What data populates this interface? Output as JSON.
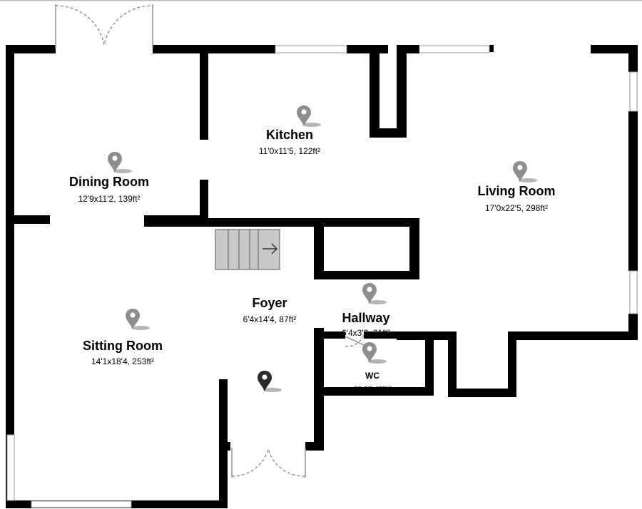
{
  "rooms": {
    "dining": {
      "name": "Dining Room",
      "dims": "12'9x11'2, 139ft²"
    },
    "kitchen": {
      "name": "Kitchen",
      "dims": "11'0x11'5, 122ft²"
    },
    "living": {
      "name": "Living Room",
      "dims": "17'0x22'5, 298ft²"
    },
    "sitting": {
      "name": "Sitting Room",
      "dims": "14'1x18'4, 253ft²"
    },
    "foyer": {
      "name": "Foyer",
      "dims": "6'4x14'4, 87ft²"
    },
    "hallway": {
      "name": "Hallway",
      "dims": "6'4x3'3, 21ft²"
    },
    "wc": {
      "name": "WC",
      "dims": "6'8x3'2, 237ft²"
    }
  },
  "colors": {
    "wall": "#000000",
    "pin_gray": "#8e8e8e",
    "pin_current": "#2b2b2b",
    "stairs": "#c8c8c8"
  },
  "icons": {
    "room_marker": "location-pin-icon",
    "current_position": "current-location-pin-icon",
    "stairs_direction": "arrow-right-icon"
  }
}
